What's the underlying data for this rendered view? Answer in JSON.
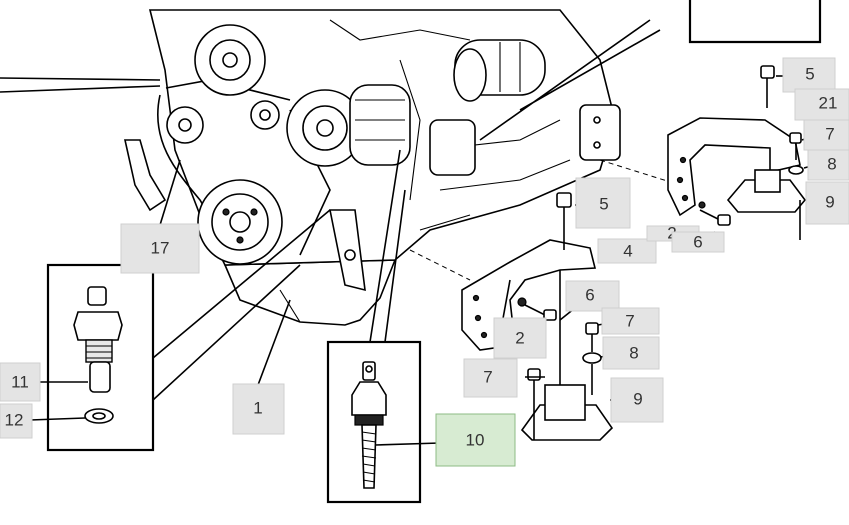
{
  "callouts": {
    "c1": "1",
    "c2a": "2",
    "c2b": "2",
    "c4": "4",
    "c5a": "5",
    "c5b": "5",
    "c6a": "6",
    "c6b": "6",
    "c7a": "7",
    "c7b": "7",
    "c7c": "7",
    "c8a": "8",
    "c8b": "8",
    "c9a": "9",
    "c9b": "9",
    "c10": "10",
    "c11": "11",
    "c12": "12",
    "c17": "17",
    "c21": "21"
  },
  "colors": {
    "callout_fill": "#e4e4e4",
    "highlight_fill": "#d7ebd2",
    "highlight_border": "#8dbb84"
  },
  "highlighted_callout": "10"
}
